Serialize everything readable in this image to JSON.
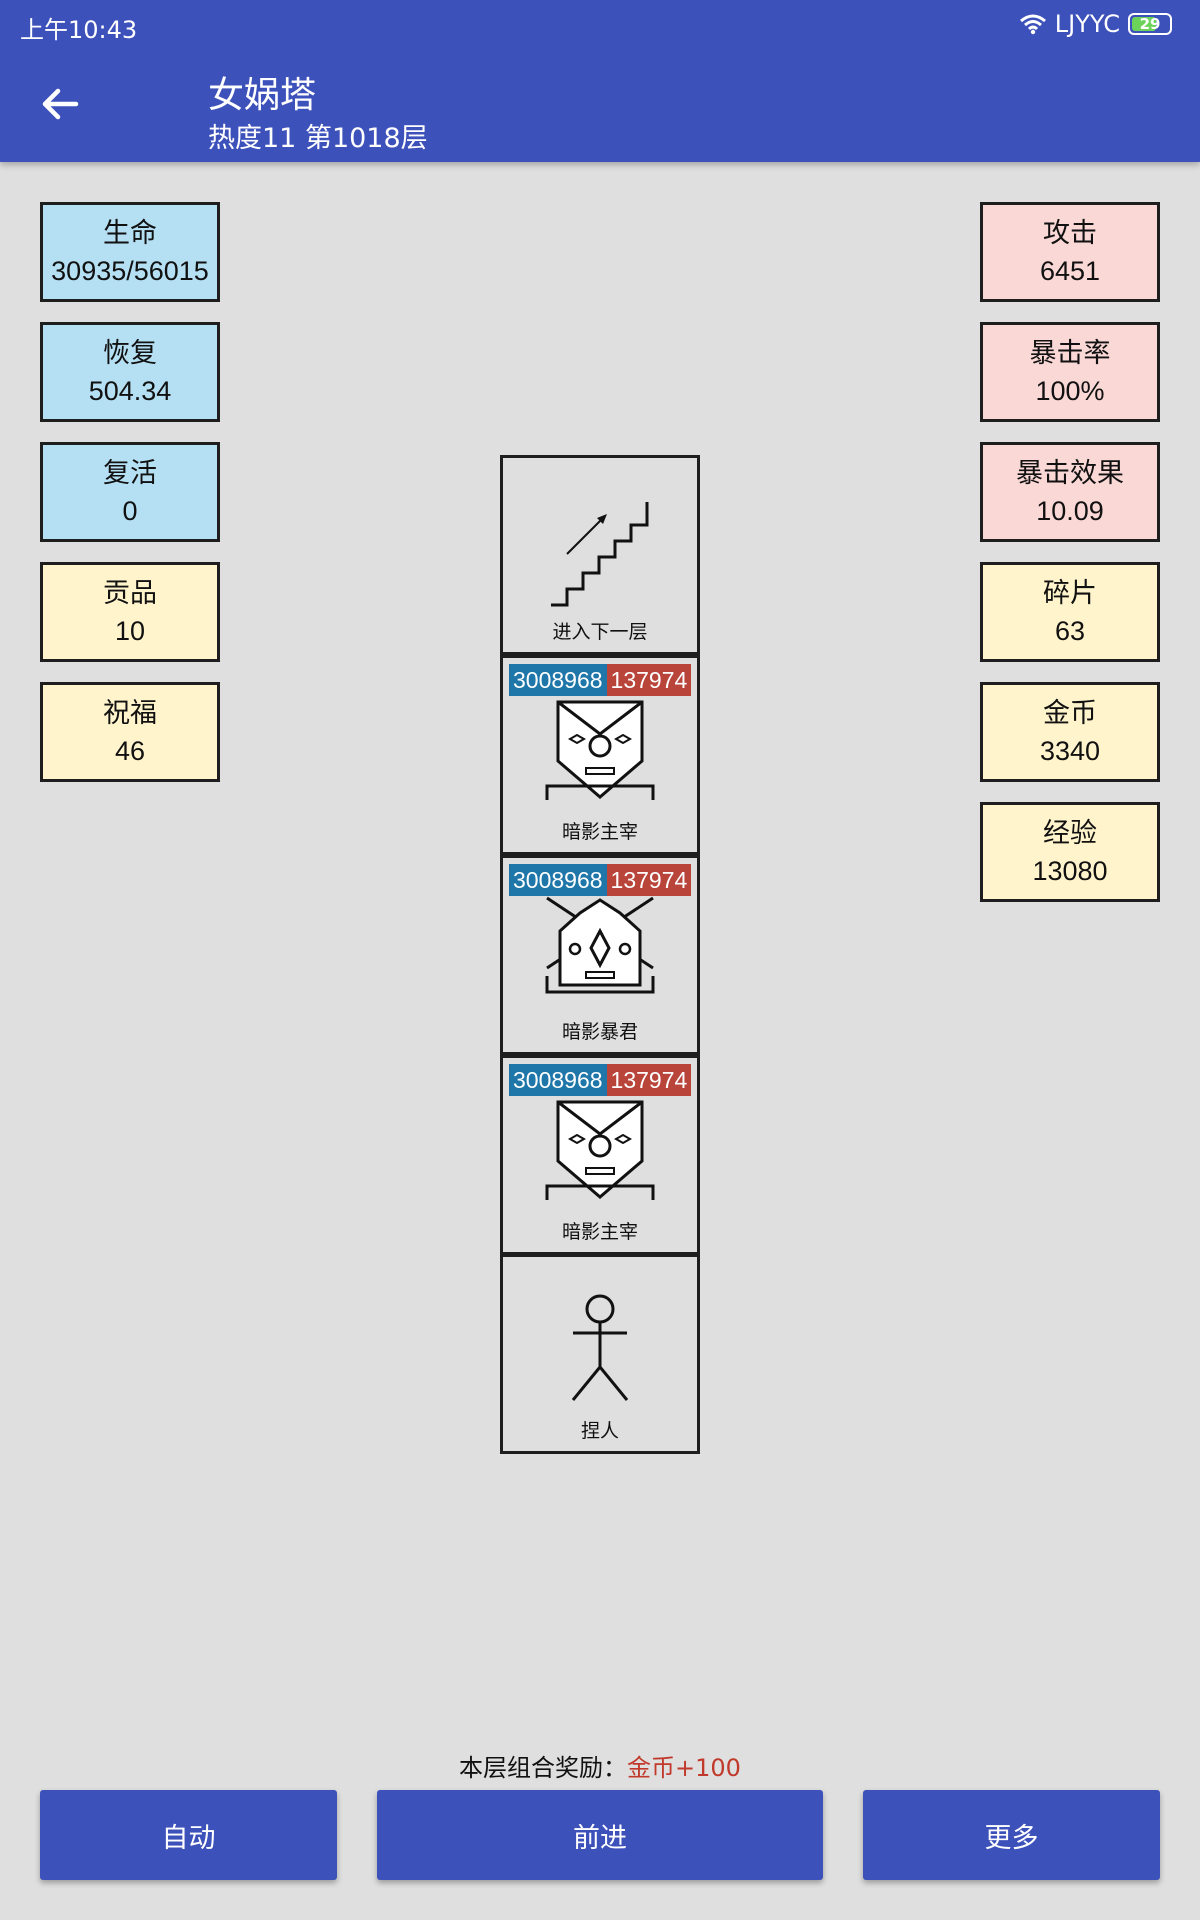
{
  "status": {
    "time": "上午10:43",
    "carrier": "LJYYC",
    "battery": "29"
  },
  "header": {
    "title": "女娲塔",
    "subtitle": "热度11 第1018层"
  },
  "left_stats": [
    {
      "label": "生命",
      "value": "30935/56015"
    },
    {
      "label": "恢复",
      "value": "504.34"
    },
    {
      "label": "复活",
      "value": "0"
    },
    {
      "label": "贡品",
      "value": "10"
    },
    {
      "label": "祝福",
      "value": "46"
    }
  ],
  "right_stats": [
    {
      "label": "攻击",
      "value": "6451"
    },
    {
      "label": "暴击率",
      "value": "100%"
    },
    {
      "label": "暴击效果",
      "value": "10.09"
    },
    {
      "label": "碎片",
      "value": "63"
    },
    {
      "label": "金币",
      "value": "3340"
    },
    {
      "label": "经验",
      "value": "13080"
    }
  ],
  "tower": {
    "stairs_label": "进入下一层",
    "enemies": [
      {
        "name": "暗影主宰",
        "hp": "3008968",
        "atk": "137974",
        "icon": "shadow-ruler-icon"
      },
      {
        "name": "暗影暴君",
        "hp": "3008968",
        "atk": "137974",
        "icon": "shadow-tyrant-icon"
      },
      {
        "name": "暗影主宰",
        "hp": "3008968",
        "atk": "137974",
        "icon": "shadow-ruler-icon"
      }
    ],
    "player_label": "捏人"
  },
  "reward": {
    "prefix": "本层组合奖励：",
    "value": "金币+100"
  },
  "buttons": {
    "auto": "自动",
    "forward": "前进",
    "more": "更多"
  },
  "colors": {
    "appbar": "#3d51bb",
    "hp": "#1f76a8",
    "atk": "#b8443a",
    "reward": "#c0392b"
  }
}
